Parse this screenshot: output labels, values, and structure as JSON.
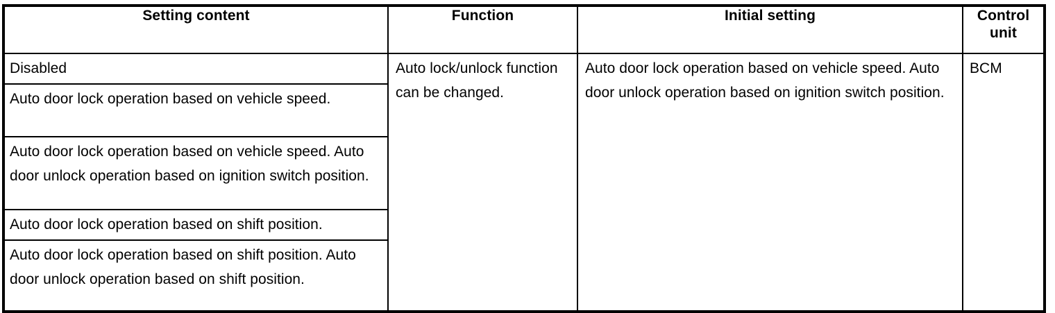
{
  "table": {
    "columns": [
      {
        "id": "setting_content",
        "label": "Setting content",
        "label_lines": [
          "Setting content"
        ],
        "align": "center"
      },
      {
        "id": "function",
        "label": "Function",
        "label_lines": [
          "Function"
        ],
        "align": "center"
      },
      {
        "id": "initial_setting",
        "label": "Initial setting",
        "label_lines": [
          "Initial setting"
        ],
        "align": "center"
      },
      {
        "id": "control_unit",
        "label": "Control unit",
        "label_lines": [
          "Control",
          "unit"
        ],
        "align": "center"
      }
    ],
    "setting_content_rows": [
      {
        "text": "Disabled"
      },
      {
        "text": "Auto door lock operation based on vehicle speed."
      },
      {
        "text": "Auto door lock operation based on vehicle speed. Auto door unlock operation based on ignition switch position."
      },
      {
        "text": "Auto door lock operation based on shift position."
      },
      {
        "text": "Auto door lock operation based on shift position. Auto door unlock operation based on shift position."
      }
    ],
    "function_cell": "Auto lock/unlock function can be changed.",
    "initial_setting_cell": "Auto door lock operation based on vehicle speed. Auto door unlock operation based on ignition switch position.",
    "control_unit_cell": "BCM",
    "colors": {
      "border": "#000000",
      "text": "#000000",
      "background": "#ffffff"
    }
  }
}
